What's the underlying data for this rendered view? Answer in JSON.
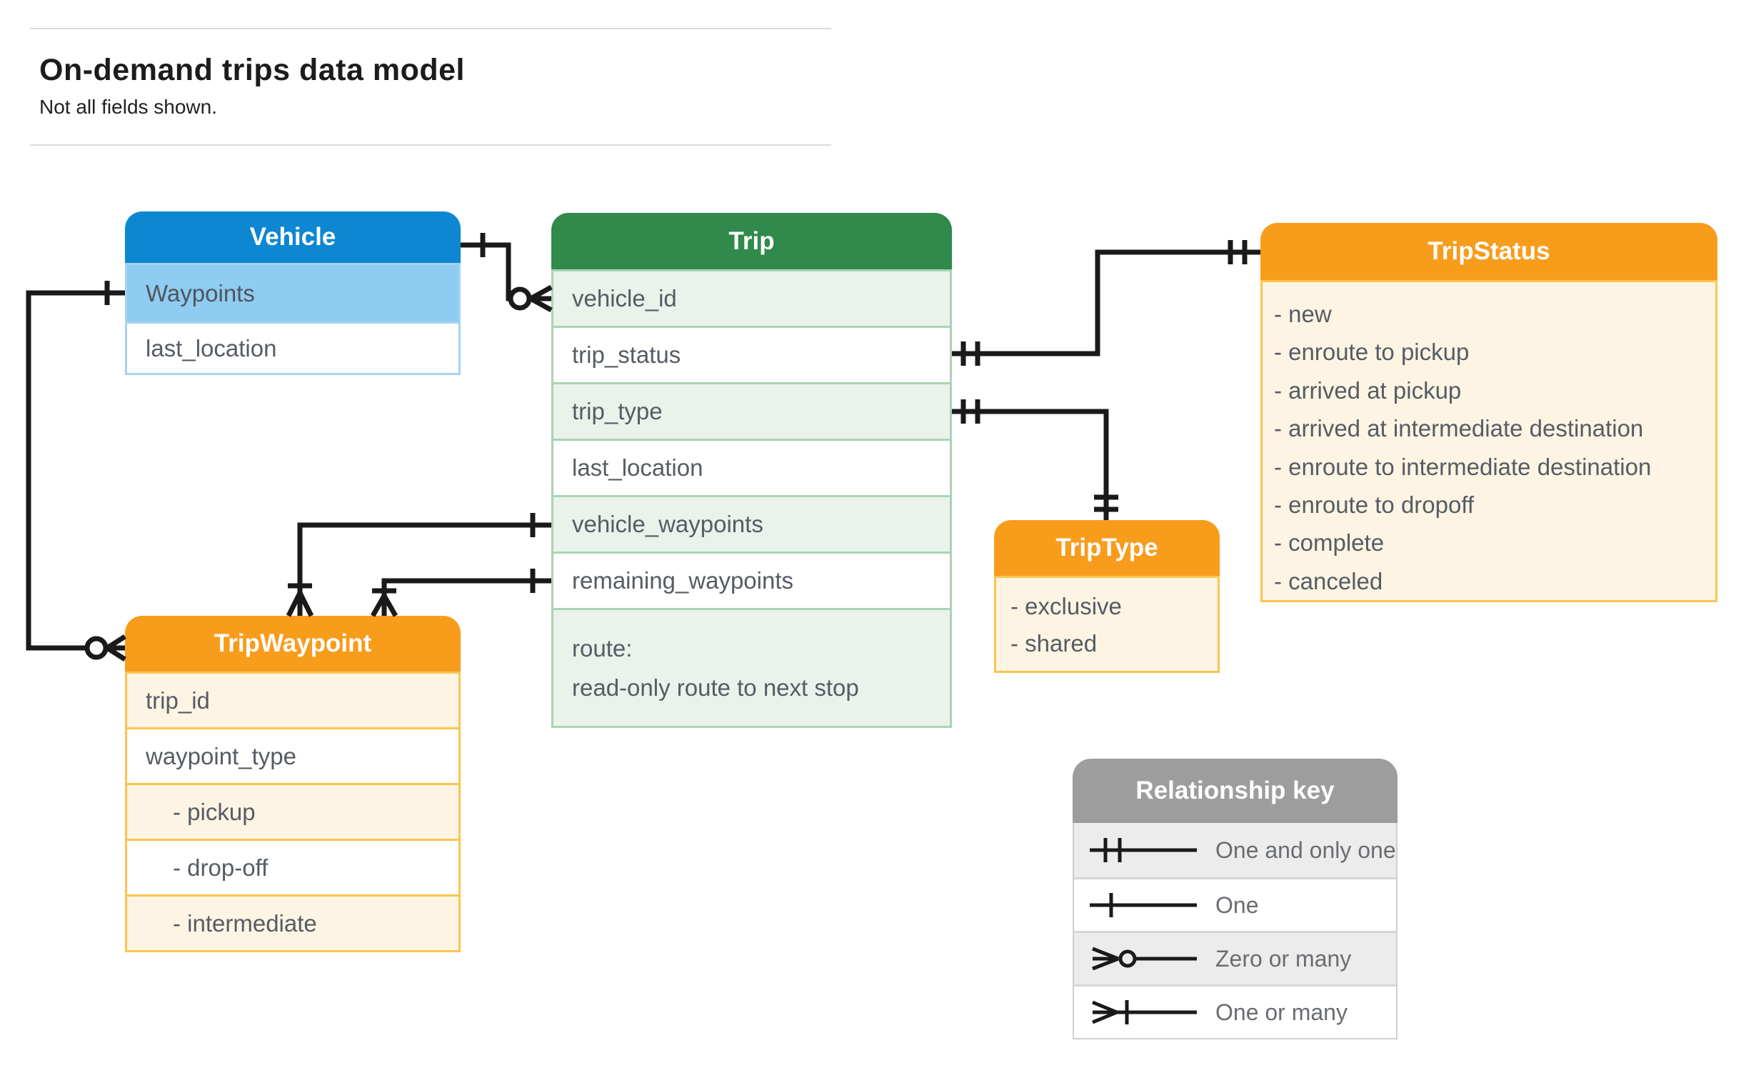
{
  "header": {
    "title": "On-demand trips data model",
    "subtitle": "Not all fields shown."
  },
  "entities": {
    "vehicle": {
      "title": "Vehicle",
      "rows": [
        "Waypoints",
        "last_location"
      ]
    },
    "trip": {
      "title": "Trip",
      "rows": [
        "vehicle_id",
        "trip_status",
        "trip_type",
        "last_location",
        "vehicle_waypoints",
        "remaining_waypoints"
      ],
      "route": {
        "line1": "route:",
        "line2": "read-only route to next stop"
      }
    },
    "trip_status": {
      "title": "TripStatus",
      "items": [
        "- new",
        "- enroute to pickup",
        "- arrived at pickup",
        "- arrived at intermediate destination",
        "- enroute to intermediate destination",
        "- enroute to dropoff",
        "- complete",
        "- canceled"
      ]
    },
    "trip_type": {
      "title": "TripType",
      "items": [
        "- exclusive",
        "- shared"
      ]
    },
    "trip_waypoint": {
      "title": "TripWaypoint",
      "rows": [
        "trip_id",
        "waypoint_type"
      ],
      "values": [
        "- pickup",
        "- drop-off",
        "- intermediate"
      ]
    }
  },
  "relationships": [
    {
      "from": "Vehicle",
      "to": "Trip.vehicle_id",
      "from_end": "one",
      "to_end": "zero-or-many"
    },
    {
      "from": "Vehicle.Waypoints",
      "to": "TripWaypoint",
      "from_end": "one",
      "to_end": "zero-or-many"
    },
    {
      "from": "Trip.trip_status",
      "to": "TripStatus",
      "from_end": "one-and-only-one",
      "to_end": "one-and-only-one"
    },
    {
      "from": "Trip.trip_type",
      "to": "TripType",
      "from_end": "one-and-only-one",
      "to_end": "one-and-only-one"
    },
    {
      "from": "Trip.vehicle_waypoints",
      "to": "TripWaypoint",
      "from_end": "one",
      "to_end": "one-or-many"
    },
    {
      "from": "Trip.remaining_waypoints",
      "to": "TripWaypoint",
      "from_end": "one",
      "to_end": "one-or-many"
    }
  ],
  "legend": {
    "title": "Relationship key",
    "rows": [
      {
        "symbol": "one-and-only-one",
        "label": "One and only one"
      },
      {
        "symbol": "one",
        "label": "One"
      },
      {
        "symbol": "zero-or-many",
        "label": "Zero or many"
      },
      {
        "symbol": "one-or-many",
        "label": "One or many"
      }
    ]
  },
  "colors": {
    "vehicle_header": "#0d87d2",
    "vehicle_highlight_row": "#8fccf1",
    "trip_header": "#2f8a4b",
    "trip_row_light": "#e9f2eb",
    "orange_header": "#f89c1c",
    "orange_row_light": "#fdf4e4",
    "orange_border": "#fcc44f",
    "legend_header": "#9d9d9d",
    "connector": "#1a1a1a"
  }
}
